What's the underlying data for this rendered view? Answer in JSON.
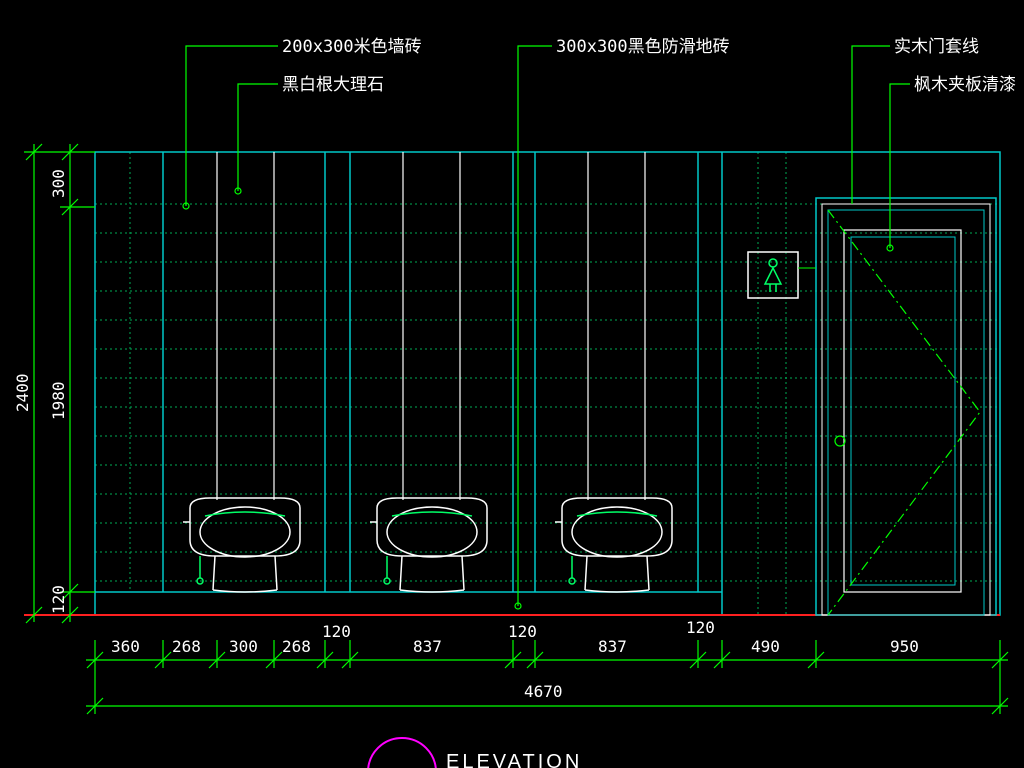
{
  "colors": {
    "background": "#000000",
    "wall_outline": "#00c8c8",
    "grout_grid": "#00aa55",
    "leader": "#00ff00",
    "dimension": "#00ff00",
    "floor": "#ff2020",
    "marble": "#ffffff",
    "fixture": "#ffffff",
    "fixture_accent": "#00ff66",
    "title_circle": "#ff00ff",
    "text": "#ffffff"
  },
  "annotations": {
    "wall_tile": "200x300米色墙砖",
    "marble": "黑白根大理石",
    "floor_tile": "300x300黑色防滑地砖",
    "door_frame": "实木门套线",
    "door_panel": "枫木夹板清漆"
  },
  "vertical_dims": {
    "overall": "2400",
    "top": "300",
    "middle": "1980",
    "bottom": "120"
  },
  "horizontal_dims": [
    "360",
    "268",
    "300",
    "268",
    "120",
    "837",
    "120",
    "837",
    "120",
    "490",
    "950"
  ],
  "total_width": "4670",
  "title": "ELEVATION",
  "signage": {
    "icon": "female-restroom-icon"
  },
  "fixtures": {
    "icon": "wall-hung-basin-icon",
    "count": 3
  }
}
